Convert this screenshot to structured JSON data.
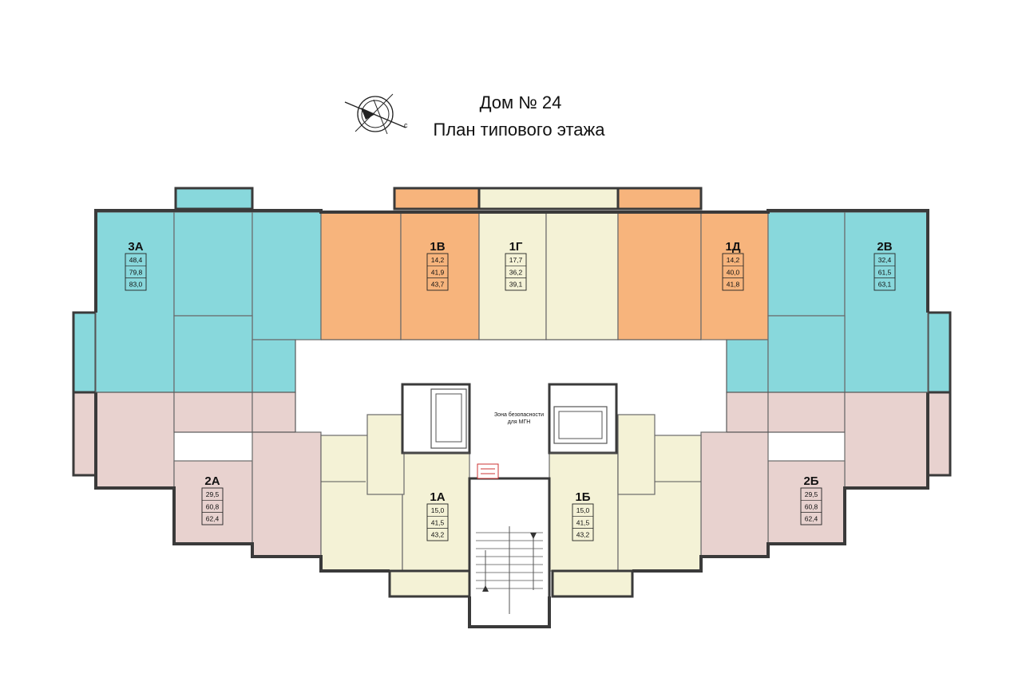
{
  "title": {
    "line1": "Дом № 24",
    "line2": "План типового этажа"
  },
  "compass": {
    "label": "с"
  },
  "colors": {
    "teal": "#88d8dc",
    "orange": "#f7b47c",
    "cream": "#f4f2d6",
    "pink": "#e8d2cf",
    "corridor": "#ffffff",
    "wall": "#3a3a3a"
  },
  "apartments": [
    {
      "id": "3А",
      "color": "teal",
      "values": [
        "48,4",
        "79,8",
        "83,0"
      ]
    },
    {
      "id": "1В",
      "color": "orange",
      "values": [
        "14,2",
        "41,9",
        "43,7"
      ]
    },
    {
      "id": "1Г",
      "color": "cream",
      "values": [
        "17,7",
        "36,2",
        "39,1"
      ]
    },
    {
      "id": "1Д",
      "color": "orange",
      "values": [
        "14,2",
        "40,0",
        "41,8"
      ]
    },
    {
      "id": "2В",
      "color": "teal",
      "values": [
        "32,4",
        "61,5",
        "63,1"
      ]
    },
    {
      "id": "2А",
      "color": "pink",
      "values": [
        "29,5",
        "60,8",
        "62,4"
      ]
    },
    {
      "id": "1А",
      "color": "cream",
      "values": [
        "15,0",
        "41,5",
        "43,2"
      ]
    },
    {
      "id": "1Б",
      "color": "cream",
      "values": [
        "15,0",
        "41,5",
        "43,2"
      ]
    },
    {
      "id": "2Б",
      "color": "pink",
      "values": [
        "29,5",
        "60,8",
        "62,4"
      ]
    }
  ],
  "safety_zone": {
    "line1": "Зона безопасности",
    "line2": "для МГН"
  }
}
